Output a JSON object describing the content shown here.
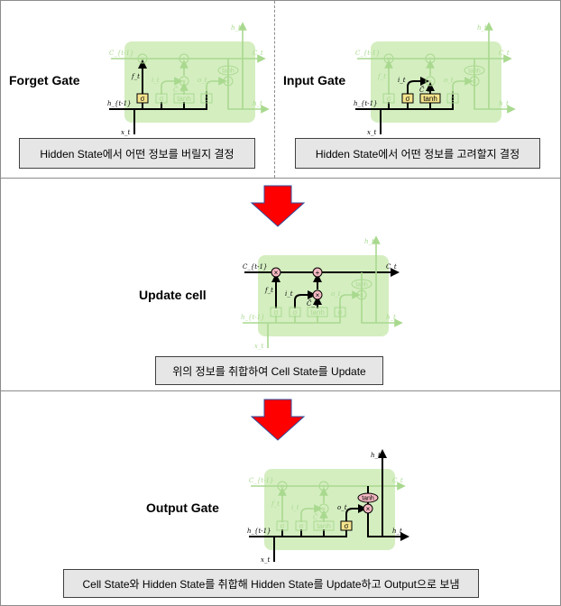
{
  "sections": [
    {
      "title": "Forget Gate",
      "note": "Hidden State에서 어떤 정보를 버릴지 결정",
      "active": "forget"
    },
    {
      "title": "Input Gate",
      "note": "Hidden State에서 어떤 정보를 고려할지 결정",
      "active": "input"
    },
    {
      "title": "Update cell",
      "note": "위의 정보를 취합하여 Cell State를 Update",
      "active": "update"
    },
    {
      "title": "Output Gate",
      "note": "Cell State와 Hidden State를 취합해 Hidden State를 Update하고 Output으로 보냄",
      "active": "output"
    }
  ],
  "cell_labels": {
    "c_prev": "C_{t-1}",
    "c_next": "C_t",
    "h_prev": "h_{t-1}",
    "h_next": "h_t",
    "x": "x_t",
    "f": "f_t",
    "i": "i_t",
    "c_tilde": "C̃_t",
    "o": "o_t",
    "sigma": "σ",
    "tanh": "tanh"
  },
  "colors": {
    "green": "#c9eab0",
    "active_gate": "#f6e58d",
    "op": "#f4b9c2",
    "arrow_red": "#ff0000",
    "arrow_edge": "#2f4f9f"
  }
}
